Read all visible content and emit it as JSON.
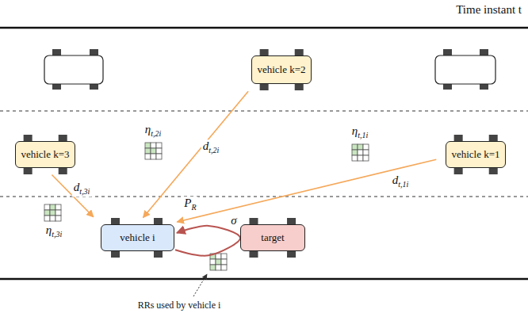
{
  "diagram": {
    "title": "Time instant t",
    "nodes": [
      {
        "text": [
          "vehicle k=2"
        ]
      },
      {
        "text": [
          "vehicle k=3"
        ]
      },
      {
        "text": [
          "vehicle k=1"
        ]
      },
      {
        "text": [
          "vehicle i"
        ]
      },
      {
        "text": [
          "target"
        ]
      }
    ],
    "edges": [
      {
        "from": 0,
        "to": 3,
        "arrow": "to",
        "label": "dt,2i"
      },
      {
        "from": 2,
        "to": 3,
        "arrow": "to",
        "label": "dt,1i"
      },
      {
        "from": 1,
        "to": 3,
        "arrow": "to",
        "label": "dt,3i"
      },
      {
        "from": 4,
        "to": 3,
        "arrow": "to",
        "label": "PR"
      }
    ],
    "labels": [
      "σ",
      "ηt,2i",
      "ηt,1i",
      "ηt,3i",
      "RRs used by vehicle i"
    ]
  }
}
